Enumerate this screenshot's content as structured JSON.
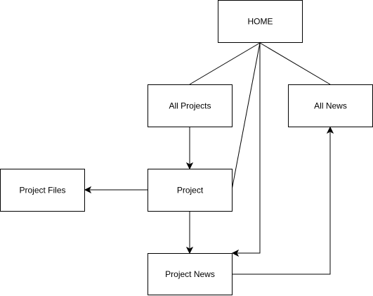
{
  "nodes": {
    "home": {
      "label": "HOME"
    },
    "all_projects": {
      "label": "All Projects"
    },
    "all_news": {
      "label": "All News"
    },
    "project": {
      "label": "Project"
    },
    "project_files": {
      "label": "Project Files"
    },
    "project_news": {
      "label": "Project News"
    }
  },
  "edges": [
    {
      "from": "home",
      "to": "all_projects",
      "directed": false
    },
    {
      "from": "home",
      "to": "all_news",
      "directed": false
    },
    {
      "from": "home",
      "to": "project",
      "directed": false
    },
    {
      "from": "home",
      "to": "project_news",
      "directed": true
    },
    {
      "from": "all_projects",
      "to": "project",
      "directed": true
    },
    {
      "from": "project",
      "to": "project_files",
      "directed": true
    },
    {
      "from": "project",
      "to": "project_news",
      "directed": true
    },
    {
      "from": "project_news",
      "to": "all_news",
      "directed": true
    }
  ],
  "colors": {
    "stroke": "#000000",
    "fill": "#ffffff"
  }
}
